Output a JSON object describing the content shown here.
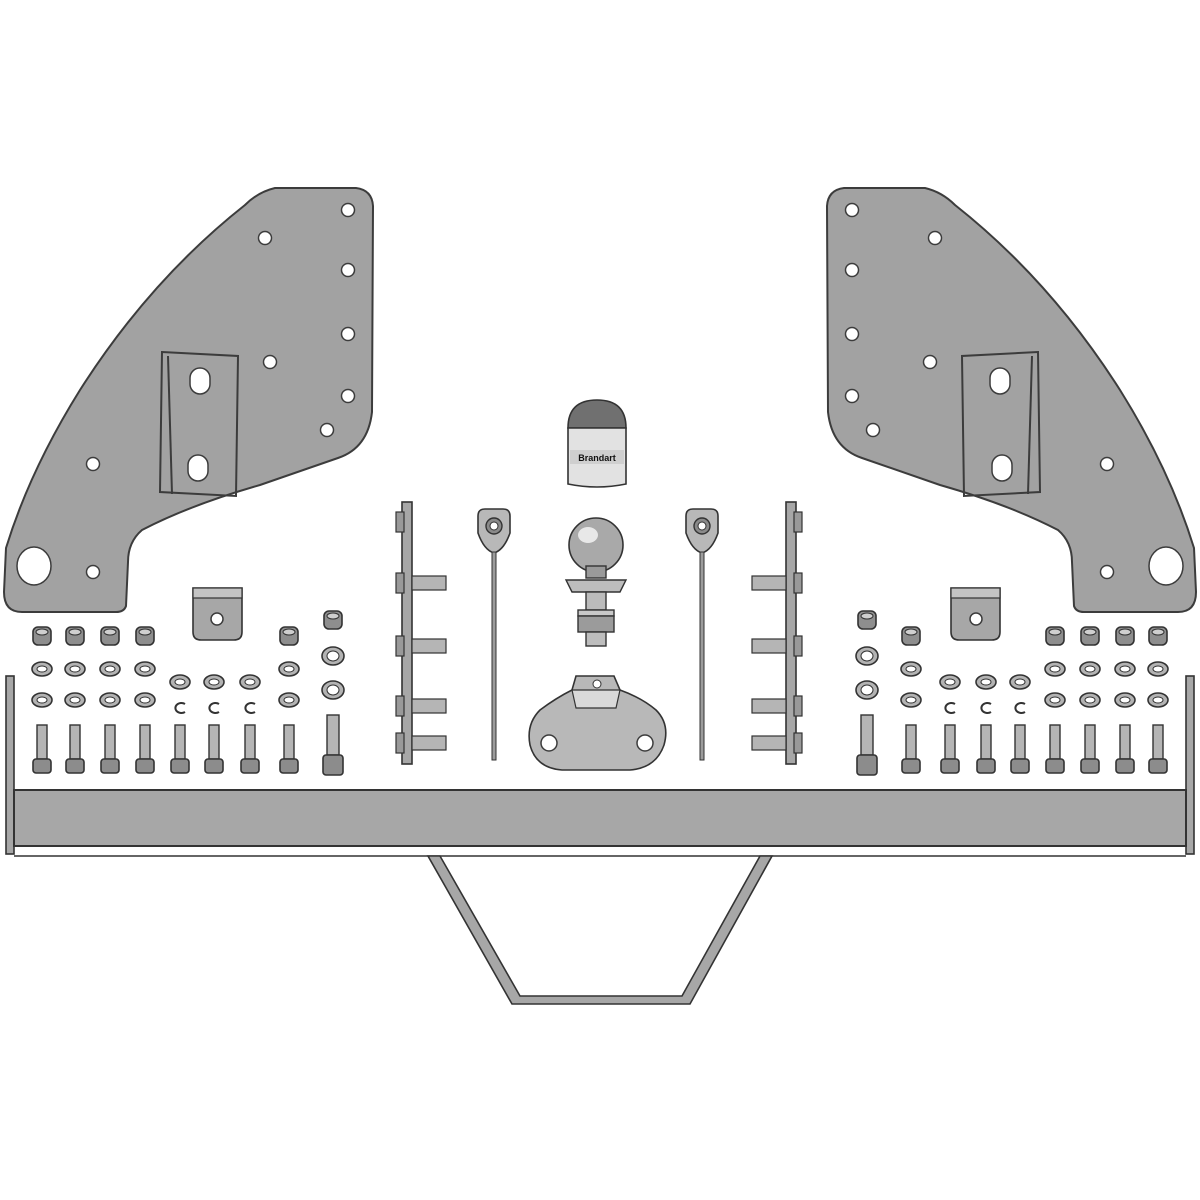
{
  "cover_cap": {
    "brand_text": "Brandart"
  },
  "colors": {
    "steel": "#a2a2a2",
    "outline": "#3c3c3c",
    "background": "#ffffff"
  },
  "hardware_counts": {
    "left_nuts": 5,
    "left_bolts": 8,
    "right_nuts": 5,
    "right_bolts": 8
  }
}
